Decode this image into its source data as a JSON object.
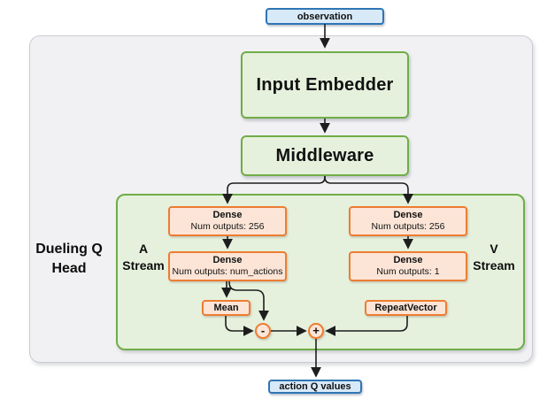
{
  "colors": {
    "blue_fill": "#d8e9f8",
    "blue_border": "#2e75b6",
    "green_fill": "#e6f1dd",
    "green_border": "#70ad47",
    "orange_fill": "#fce5d7",
    "orange_border": "#ed7d31",
    "container_fill": "#f1f1f3",
    "container_border": "#c9cdd2",
    "arrow": "#1d1d1d"
  },
  "nodes": {
    "observation": {
      "label": "observation"
    },
    "input_embedder": {
      "label": "Input Embedder"
    },
    "middleware": {
      "label": "Middleware"
    },
    "head": {
      "label": "Dueling Q Head"
    },
    "a_stream": {
      "label": "A Stream",
      "dense1": {
        "title": "Dense",
        "subtitle": "Num outputs: 256"
      },
      "dense2": {
        "title": "Dense",
        "subtitle": "Num outputs: num_actions"
      },
      "mean": {
        "label": "Mean"
      }
    },
    "v_stream": {
      "label": "V Stream",
      "dense1": {
        "title": "Dense",
        "subtitle": "Num outputs: 256"
      },
      "dense2": {
        "title": "Dense",
        "subtitle": "Num outputs: 1"
      },
      "repeat_vector": {
        "label": "RepeatVector"
      }
    },
    "subtract": {
      "label": "-"
    },
    "add": {
      "label": "+"
    },
    "action_q_values": {
      "label": "action Q values"
    }
  }
}
